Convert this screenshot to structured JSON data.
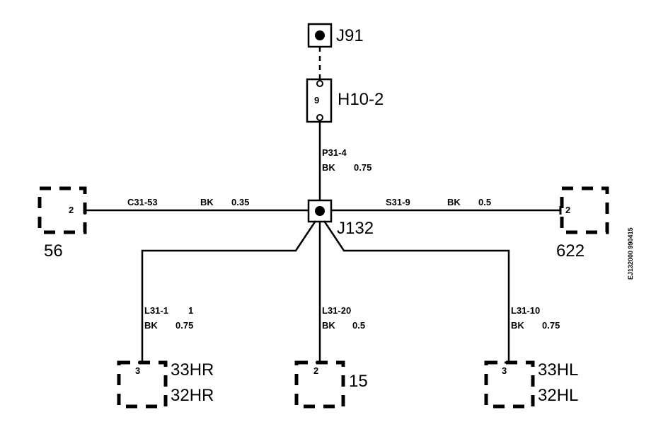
{
  "diagram": {
    "ground_top": {
      "name": "J91"
    },
    "connector_h10": {
      "name": "H10-2",
      "pin": "9"
    },
    "wire_p31": {
      "id": "P31-4",
      "color": "BK",
      "size": "0.75"
    },
    "splice": {
      "name": "J132"
    },
    "left_conn": {
      "name": "56",
      "pin": "2"
    },
    "wire_c31": {
      "id": "C31-53",
      "color": "BK",
      "size": "0.35"
    },
    "right_conn": {
      "name": "622",
      "pin": "2"
    },
    "wire_s31": {
      "id": "S31-9",
      "color": "BK",
      "size": "0.5"
    },
    "wire_l31_1": {
      "id": "L31-1",
      "extra": "1",
      "color": "BK",
      "size": "0.75"
    },
    "conn_33hr": {
      "name1": "33HR",
      "name2": "32HR",
      "pin": "3"
    },
    "wire_l31_20": {
      "id": "L31-20",
      "color": "BK",
      "size": "0.5"
    },
    "conn_15": {
      "name": "15",
      "pin": "2"
    },
    "wire_l31_10": {
      "id": "L31-10",
      "color": "BK",
      "size": "0.75"
    },
    "conn_33hl": {
      "name1": "33HL",
      "name2": "32HL",
      "pin": "3"
    },
    "drawing_code": "EJ132000 990415"
  }
}
